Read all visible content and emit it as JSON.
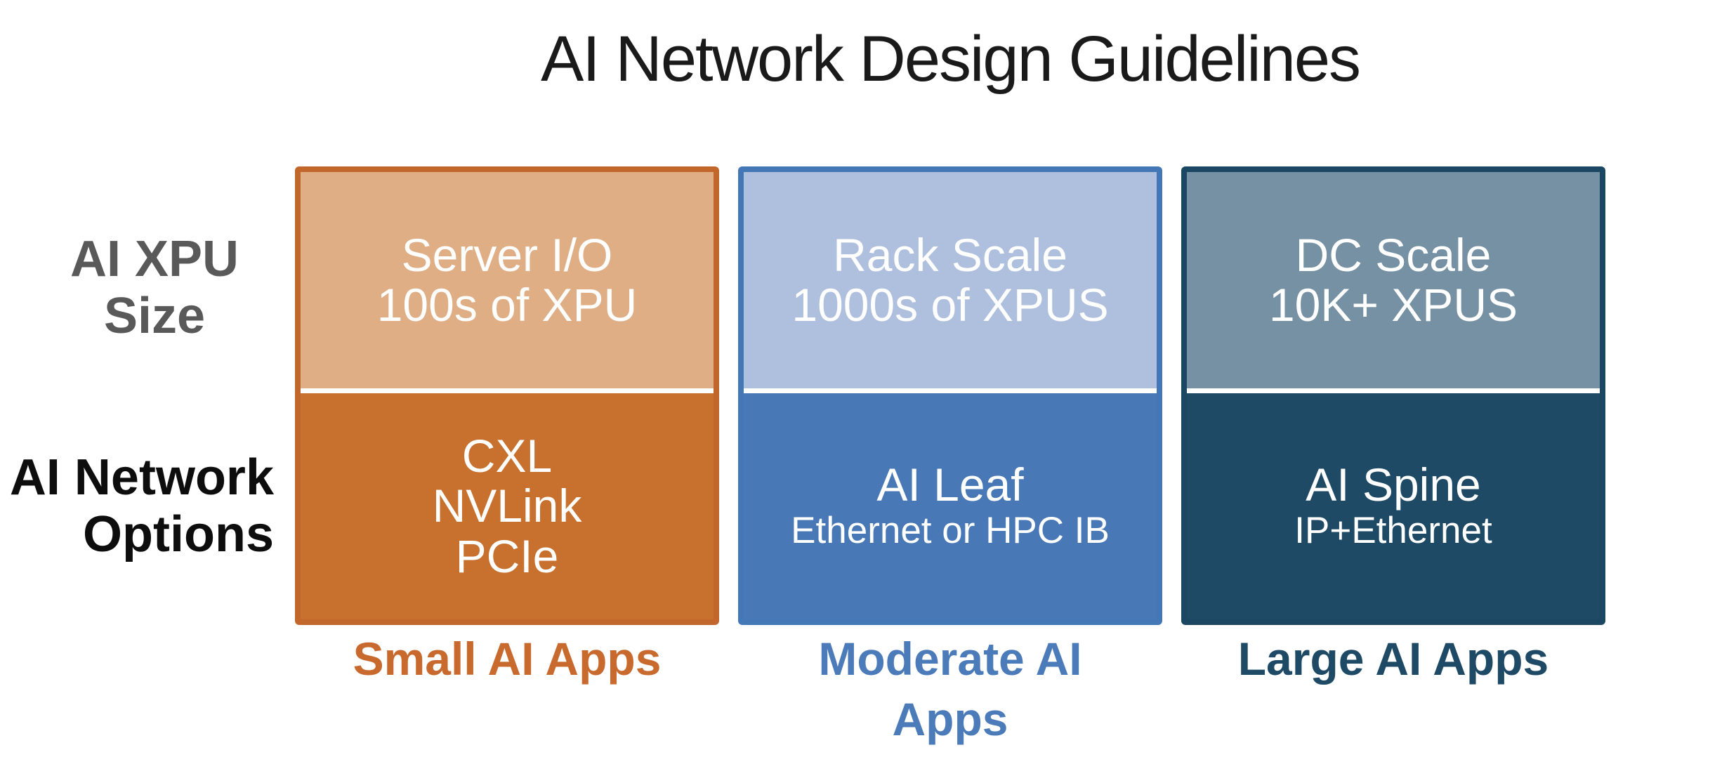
{
  "title": "AI Network Design Guidelines",
  "left_labels": {
    "xpu_size": "AI XPU\nSize",
    "network_options": "AI Network\nOptions"
  },
  "columns": [
    {
      "name": "small-ai-apps",
      "top_line1": "Server I/O",
      "top_line2": "100s of XPU",
      "bottom_line1": "CXL",
      "bottom_line2": "NVLink",
      "bottom_line3": "PCIe",
      "footer": "Small AI Apps",
      "colors": {
        "light": "#DFAE85",
        "dark": "#C8702E",
        "border": "#C2672B",
        "footer_text": "#C8692E"
      }
    },
    {
      "name": "moderate-ai-apps",
      "top_line1": "Rack Scale",
      "top_line2": "1000s of XPUS",
      "bottom_line1": "AI Leaf",
      "bottom_line2_small": "Ethernet or HPC IB",
      "footer": "Moderate AI\nApps",
      "colors": {
        "light": "#AEC0DE",
        "dark": "#4878B6",
        "border": "#4377B5",
        "footer_text": "#4C7BB9"
      }
    },
    {
      "name": "large-ai-apps",
      "top_line1": "DC Scale",
      "top_line2": "10K+ XPUS",
      "bottom_line1": "AI Spine",
      "bottom_line2_small": "IP+Ethernet",
      "footer": "Large AI Apps",
      "colors": {
        "light": "#7591A3",
        "dark": "#1E4A66",
        "border": "#1B4763",
        "footer_text": "#1F4A66"
      }
    }
  ]
}
